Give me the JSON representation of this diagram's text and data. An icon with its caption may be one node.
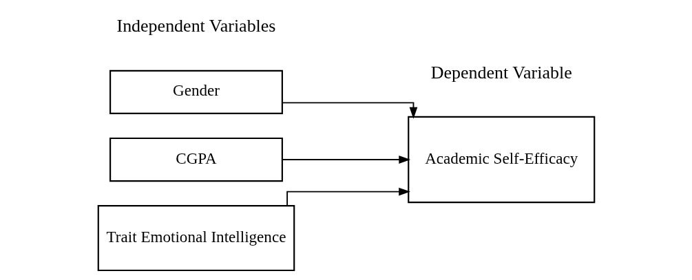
{
  "diagram": {
    "nodes": [
      {
        "text": [
          "Gender"
        ]
      },
      {
        "text": [
          "CGPA"
        ]
      },
      {
        "text": [
          "Trait Emotional Intelligence"
        ]
      },
      {
        "text": [
          "Academic Self-Efficacy"
        ]
      }
    ],
    "edges": [
      {
        "from": 0,
        "to": 3,
        "arrow": "to"
      },
      {
        "from": 1,
        "to": 3,
        "arrow": "to"
      },
      {
        "from": 2,
        "to": 3,
        "arrow": "to"
      }
    ],
    "labels": [
      "Independent Variables",
      "Dependent Variable"
    ]
  }
}
